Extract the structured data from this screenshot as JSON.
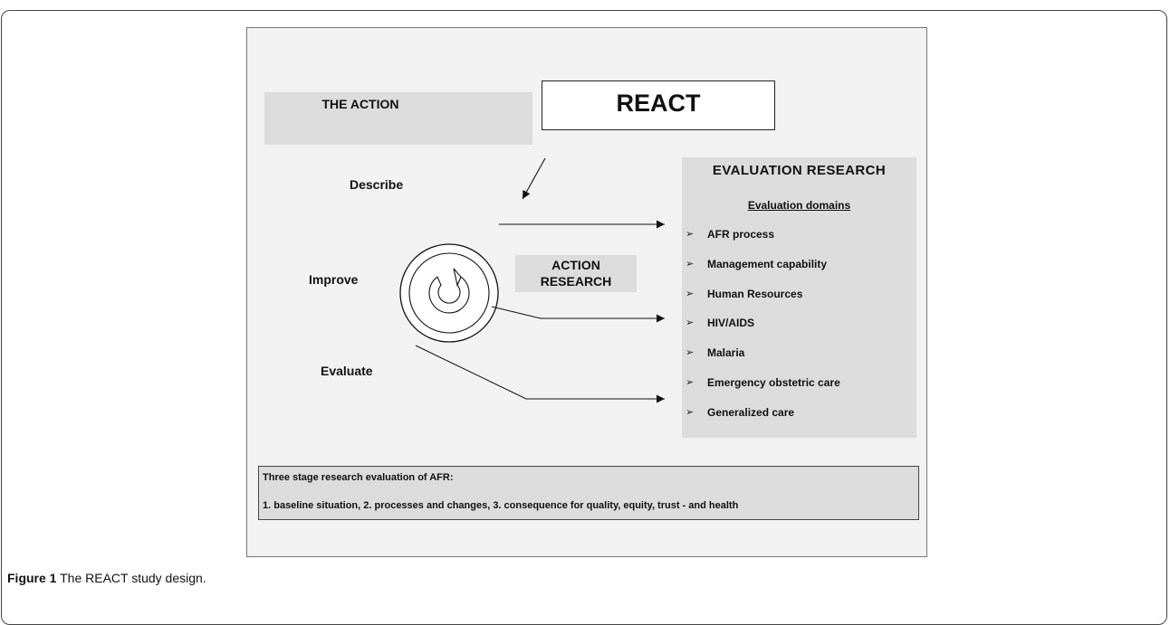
{
  "diagram": {
    "the_action": "THE ACTION",
    "react": "REACT",
    "stages": [
      "Describe",
      "Improve",
      "Evaluate"
    ],
    "action_research": [
      "ACTION",
      "RESEARCH"
    ],
    "evaluation": {
      "title": "EVALUATION RESEARCH",
      "subtitle": "Evaluation domains",
      "bullet": "➢",
      "domains": [
        "AFR process",
        "Management capability",
        "Human Resources",
        "HIV/AIDS",
        "Malaria",
        "Emergency obstetric care",
        "Generalized care"
      ]
    },
    "summary": {
      "line1": "Three stage research evaluation of AFR:",
      "line2": "1. baseline situation, 2. processes and changes, 3. consequence for quality, equity, trust - and health"
    }
  },
  "caption": {
    "label": "Figure 1",
    "text": " The REACT study design."
  }
}
